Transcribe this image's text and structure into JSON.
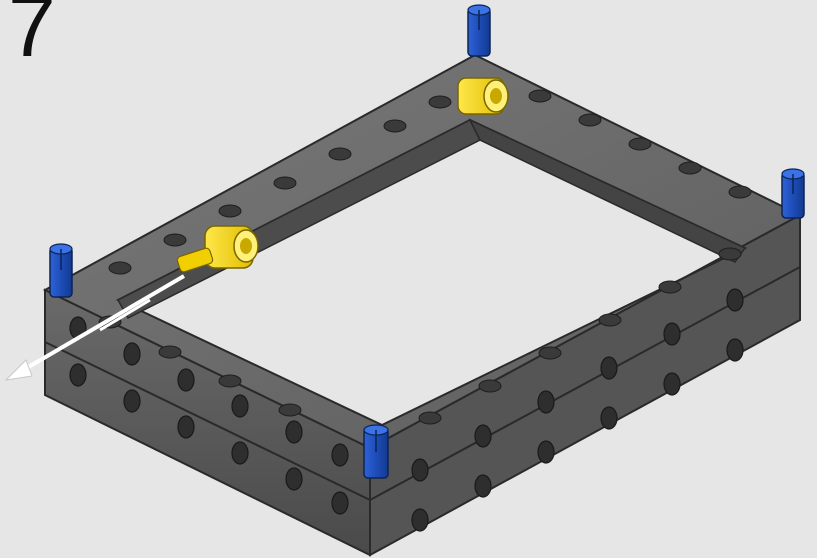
{
  "instruction_step": {
    "number": "7"
  },
  "colors": {
    "background": "#e6e6e6",
    "frame": "#5a5a5a",
    "frame_dark": "#3d3d3d",
    "pin_blue": "#1f4fb5",
    "connector_yellow": "#f5d400",
    "arrow": "#ffffff"
  },
  "parts": [
    {
      "name": "dark-gray-rectangular-frame",
      "count": 2
    },
    {
      "name": "blue-friction-pin",
      "count": 4
    },
    {
      "name": "yellow-angle-connector",
      "count": 1
    },
    {
      "name": "yellow-bush",
      "count": 1
    }
  ],
  "icons": [
    "motion-arrow-icon"
  ]
}
